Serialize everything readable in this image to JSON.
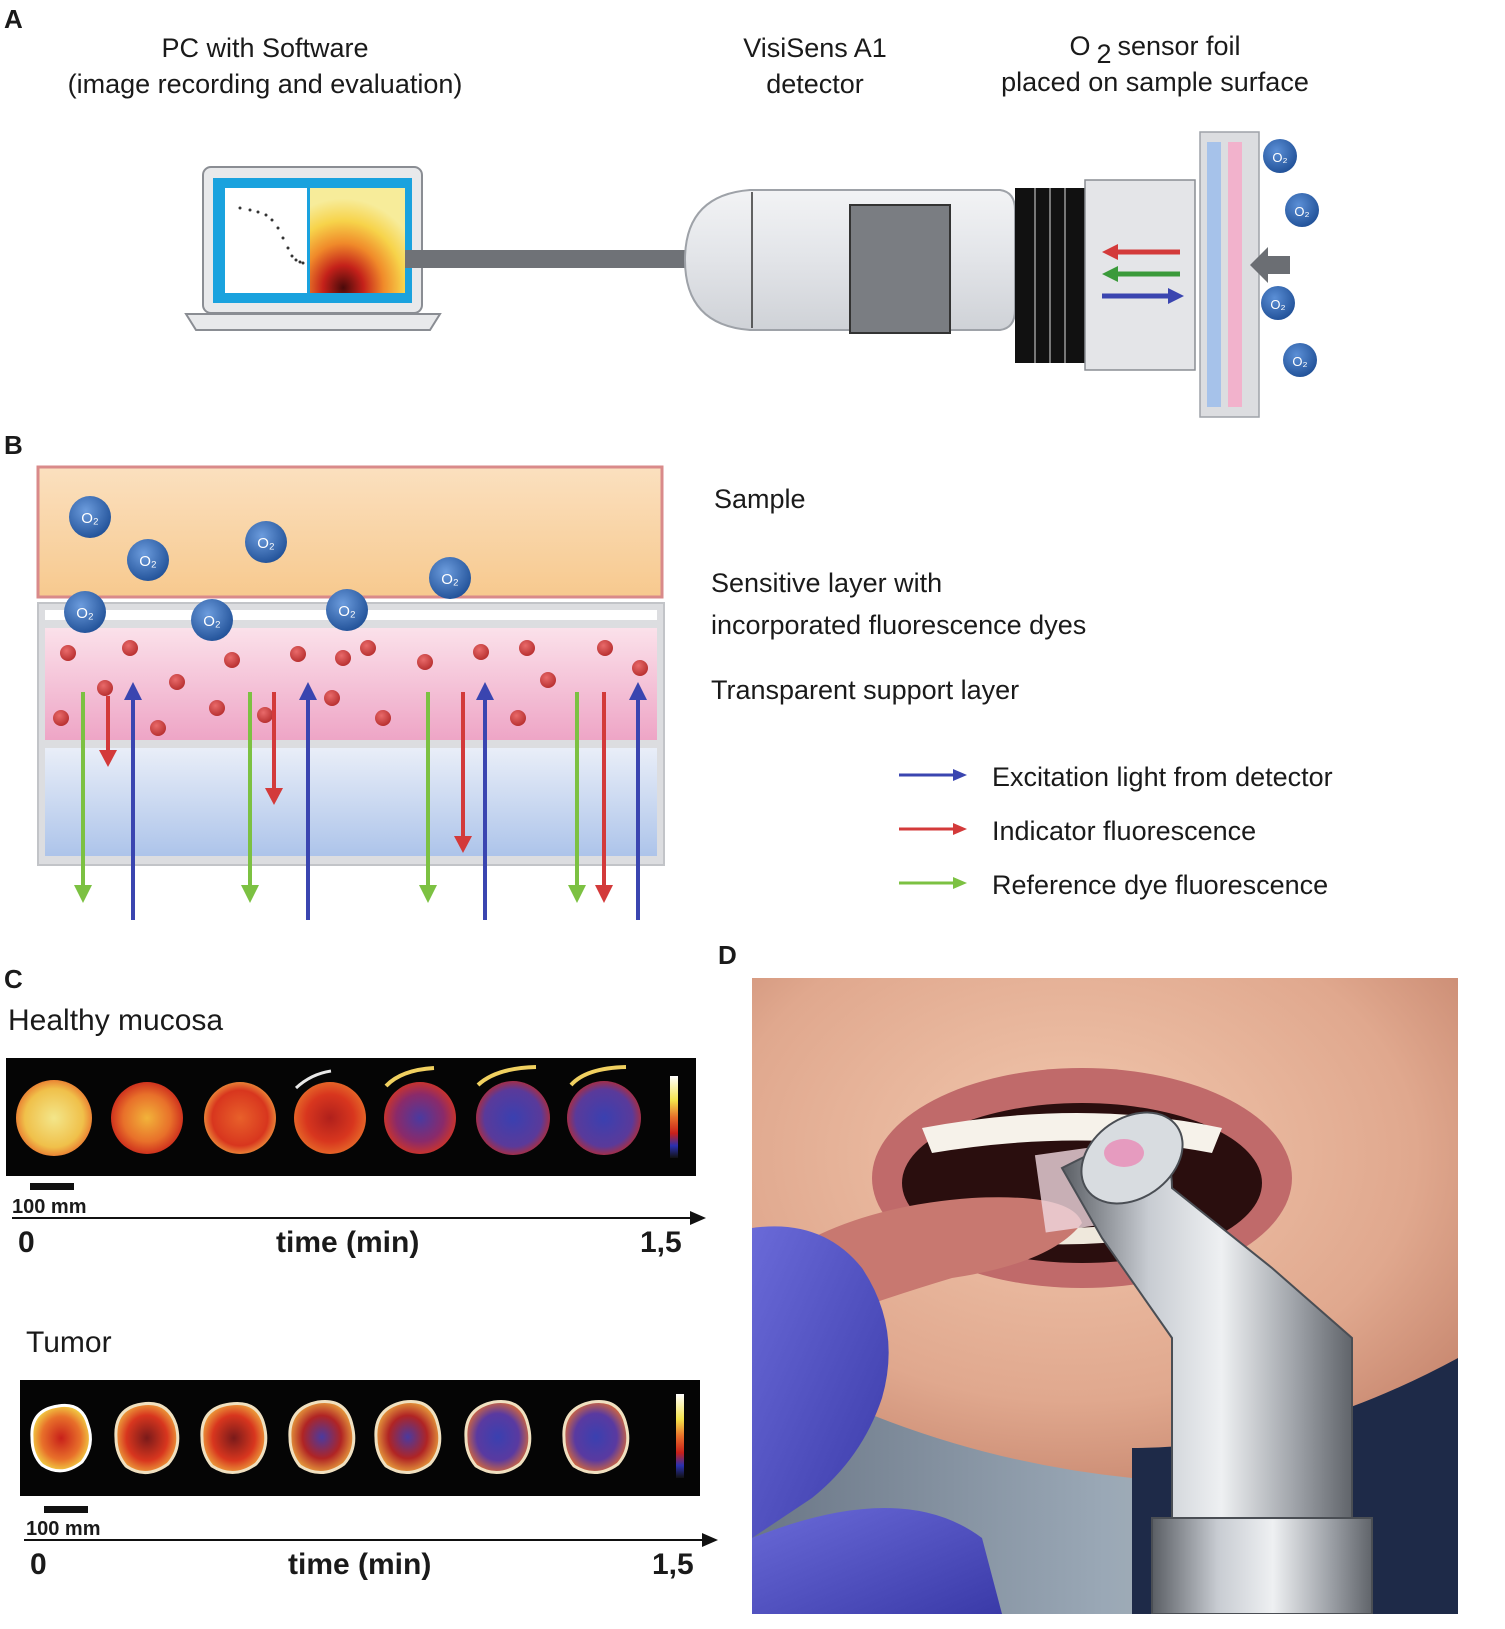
{
  "panels": {
    "a": {
      "letter": "A",
      "pc_label": [
        "PC with Software",
        "(image recording and evaluation)"
      ],
      "detector_label": [
        "VisiSens A1",
        "detector"
      ],
      "foil_label_o": "O",
      "foil_label_sub": "2",
      "foil_label_rest": "sensor foil",
      "foil_label_line2": "placed on sample surface",
      "molecule_label": "O2"
    },
    "b": {
      "letter": "B",
      "layers": [
        "Sample",
        "Sensitive layer with",
        "incorporated fluorescence dyes",
        "Transparent support layer"
      ],
      "legend": [
        {
          "label": "Excitation light from detector",
          "color": "#3a45b0"
        },
        {
          "label": "Indicator fluorescence",
          "color": "#d33a3a"
        },
        {
          "label": "Reference dye fluorescence",
          "color": "#7cc142"
        }
      ],
      "molecule_label": "O2"
    },
    "c": {
      "letter": "C",
      "healthy": {
        "title": "Healthy mucosa",
        "scale": "100 mm",
        "axis_start": "0",
        "axis_label": "time (min)",
        "axis_end": "1,5"
      },
      "tumor": {
        "title": "Tumor",
        "scale": "100 mm",
        "axis_start": "0",
        "axis_label": "time (min)",
        "axis_end": "1,5"
      }
    },
    "d": {
      "letter": "D"
    }
  },
  "colors": {
    "excitation": "#3a45b0",
    "indicator": "#d33a3a",
    "reference": "#7cc142",
    "molecule": "#2d5fa8",
    "dye": "#c63c3c"
  }
}
